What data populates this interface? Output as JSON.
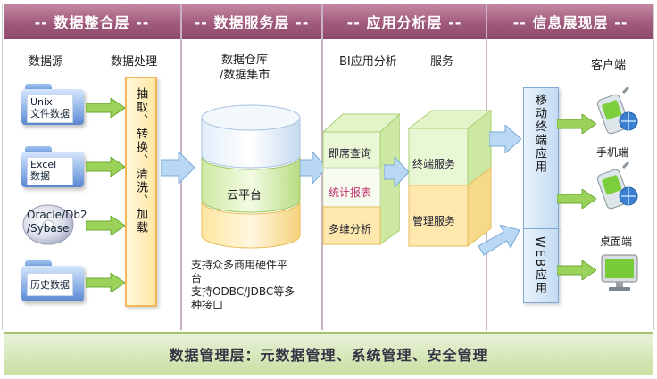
{
  "headers": [
    "-- 数据整合层 --",
    "-- 数据服务层 --",
    "-- 应用分析层 --",
    "-- 信息展现层 --"
  ],
  "integration": {
    "source_label": "数据源",
    "process_label": "数据处理",
    "sources": [
      {
        "line1": "Unix",
        "line2": "文件数据"
      },
      {
        "line1": "Excel",
        "line2": "数据"
      },
      {
        "line1": "Oracle/Db2",
        "line2": "/Sybase"
      },
      {
        "line1": "历史数据",
        "line2": ""
      }
    ],
    "process_text": "抽取、转换、清洗、加载"
  },
  "service": {
    "title_line1": "数据仓库",
    "title_line2": "/数据集市",
    "cloud_label": "云平台",
    "note_lines": [
      "支持众多商用硬件平",
      "台",
      "支持ODBC/JDBC等多",
      "种接口"
    ]
  },
  "analysis": {
    "bi_label": "BI应用分析",
    "service_label": "服务",
    "bi_items": [
      "即席查询",
      "统计报表",
      "多维分析"
    ],
    "services": [
      "终端服务",
      "管理服务"
    ]
  },
  "presentation": {
    "client_label": "客户端",
    "mobile_app": "移动终端应用",
    "web_app": "WEB应用",
    "mobile_device": "手机端",
    "desktop_device": "桌面端"
  },
  "footer": "数据管理层：元数据管理、系统管理、安全管理",
  "colors": {
    "header": "#a15a7c",
    "column_odd": "#eef4fb",
    "column_even": "#ffffff",
    "green_arrow": "#8fcf4e",
    "blue_arrow": "#9cc6ee",
    "yellow_box": "#ffe7a6",
    "green_cube": "#d8f0b4"
  }
}
